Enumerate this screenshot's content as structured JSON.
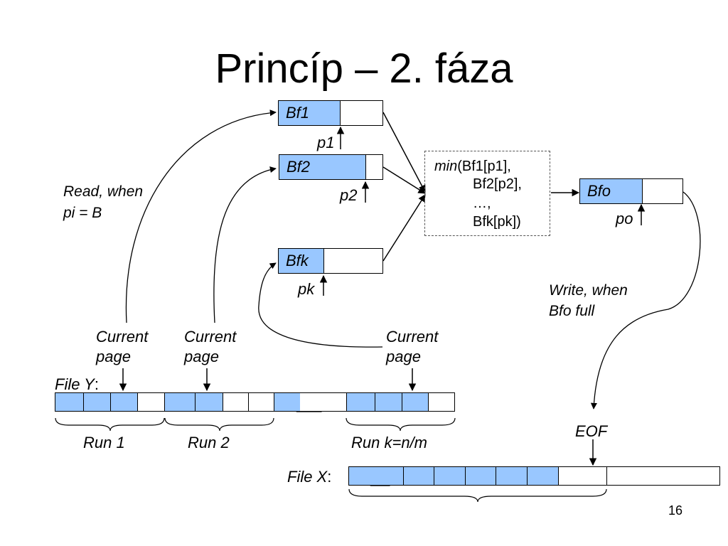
{
  "title": "Princíp – 2. fáza",
  "buffers": {
    "bf1": "Bf1",
    "bf2": "Bf2",
    "bfk": "Bfk",
    "bfo": "Bfo"
  },
  "pointers": {
    "p1": "p1",
    "p2": "p2",
    "pk": "pk",
    "po": "po"
  },
  "min_box": {
    "fn": "min",
    "line1_rest": "(Bf1[p1],",
    "line2": "Bf2[p2],",
    "line3": "…,",
    "line4": "Bfk[pk])"
  },
  "annotations": {
    "read_when_1": "Read, when",
    "read_when_2": "pi = B",
    "write_when_1": "Write, when",
    "write_when_2": "Bfo full",
    "current": "Current",
    "page": "page",
    "eof": "EOF"
  },
  "file_y": {
    "label": "File Y",
    "colon": ":"
  },
  "file_x": {
    "label": "File X",
    "colon": ":"
  },
  "runs": {
    "run1": "Run 1",
    "run2": "Run 2",
    "runk": "Run k=n/m"
  },
  "colors": {
    "block_fill": "#99c7ff",
    "torn_fill": "#b3dada",
    "outline": "#000000"
  },
  "page_number": "16"
}
